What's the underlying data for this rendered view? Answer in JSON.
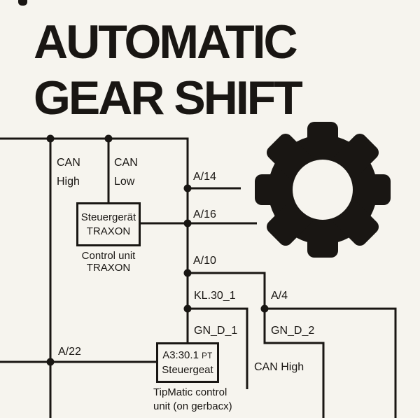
{
  "title": {
    "line1": "AUTOMATIC",
    "line2": "GEAR SHIFT"
  },
  "colors": {
    "background": "#f6f4ee",
    "ink": "#191613"
  },
  "wires": {
    "can_high_top": {
      "line1": "CAN",
      "line2": "High"
    },
    "can_low": {
      "line1": "CAN",
      "line2": "Low"
    },
    "a14": "A/14",
    "a16": "A/16",
    "a10": "A/10",
    "kl30_1": "KL.30_1",
    "a4": "A/4",
    "gn_d_1": "GN_D_1",
    "gn_d_2": "GN_D_2",
    "a22": "A/22",
    "can_high_bottom": "CAN High"
  },
  "boxes": {
    "traxon": {
      "line1": "Steuergerät",
      "line2": "TRAXON",
      "caption_line1": "Control unit",
      "caption_line2": "TRAXON"
    },
    "tipmatic": {
      "line1_main": "A3:30.1",
      "line1_suffix": "PT",
      "line2": "Steuergeat",
      "caption_line1": "TipMatic control",
      "caption_line2": "unit (on gerbacx)"
    }
  },
  "icons": {
    "gear": "solid 8-tooth gear with round center hole"
  }
}
